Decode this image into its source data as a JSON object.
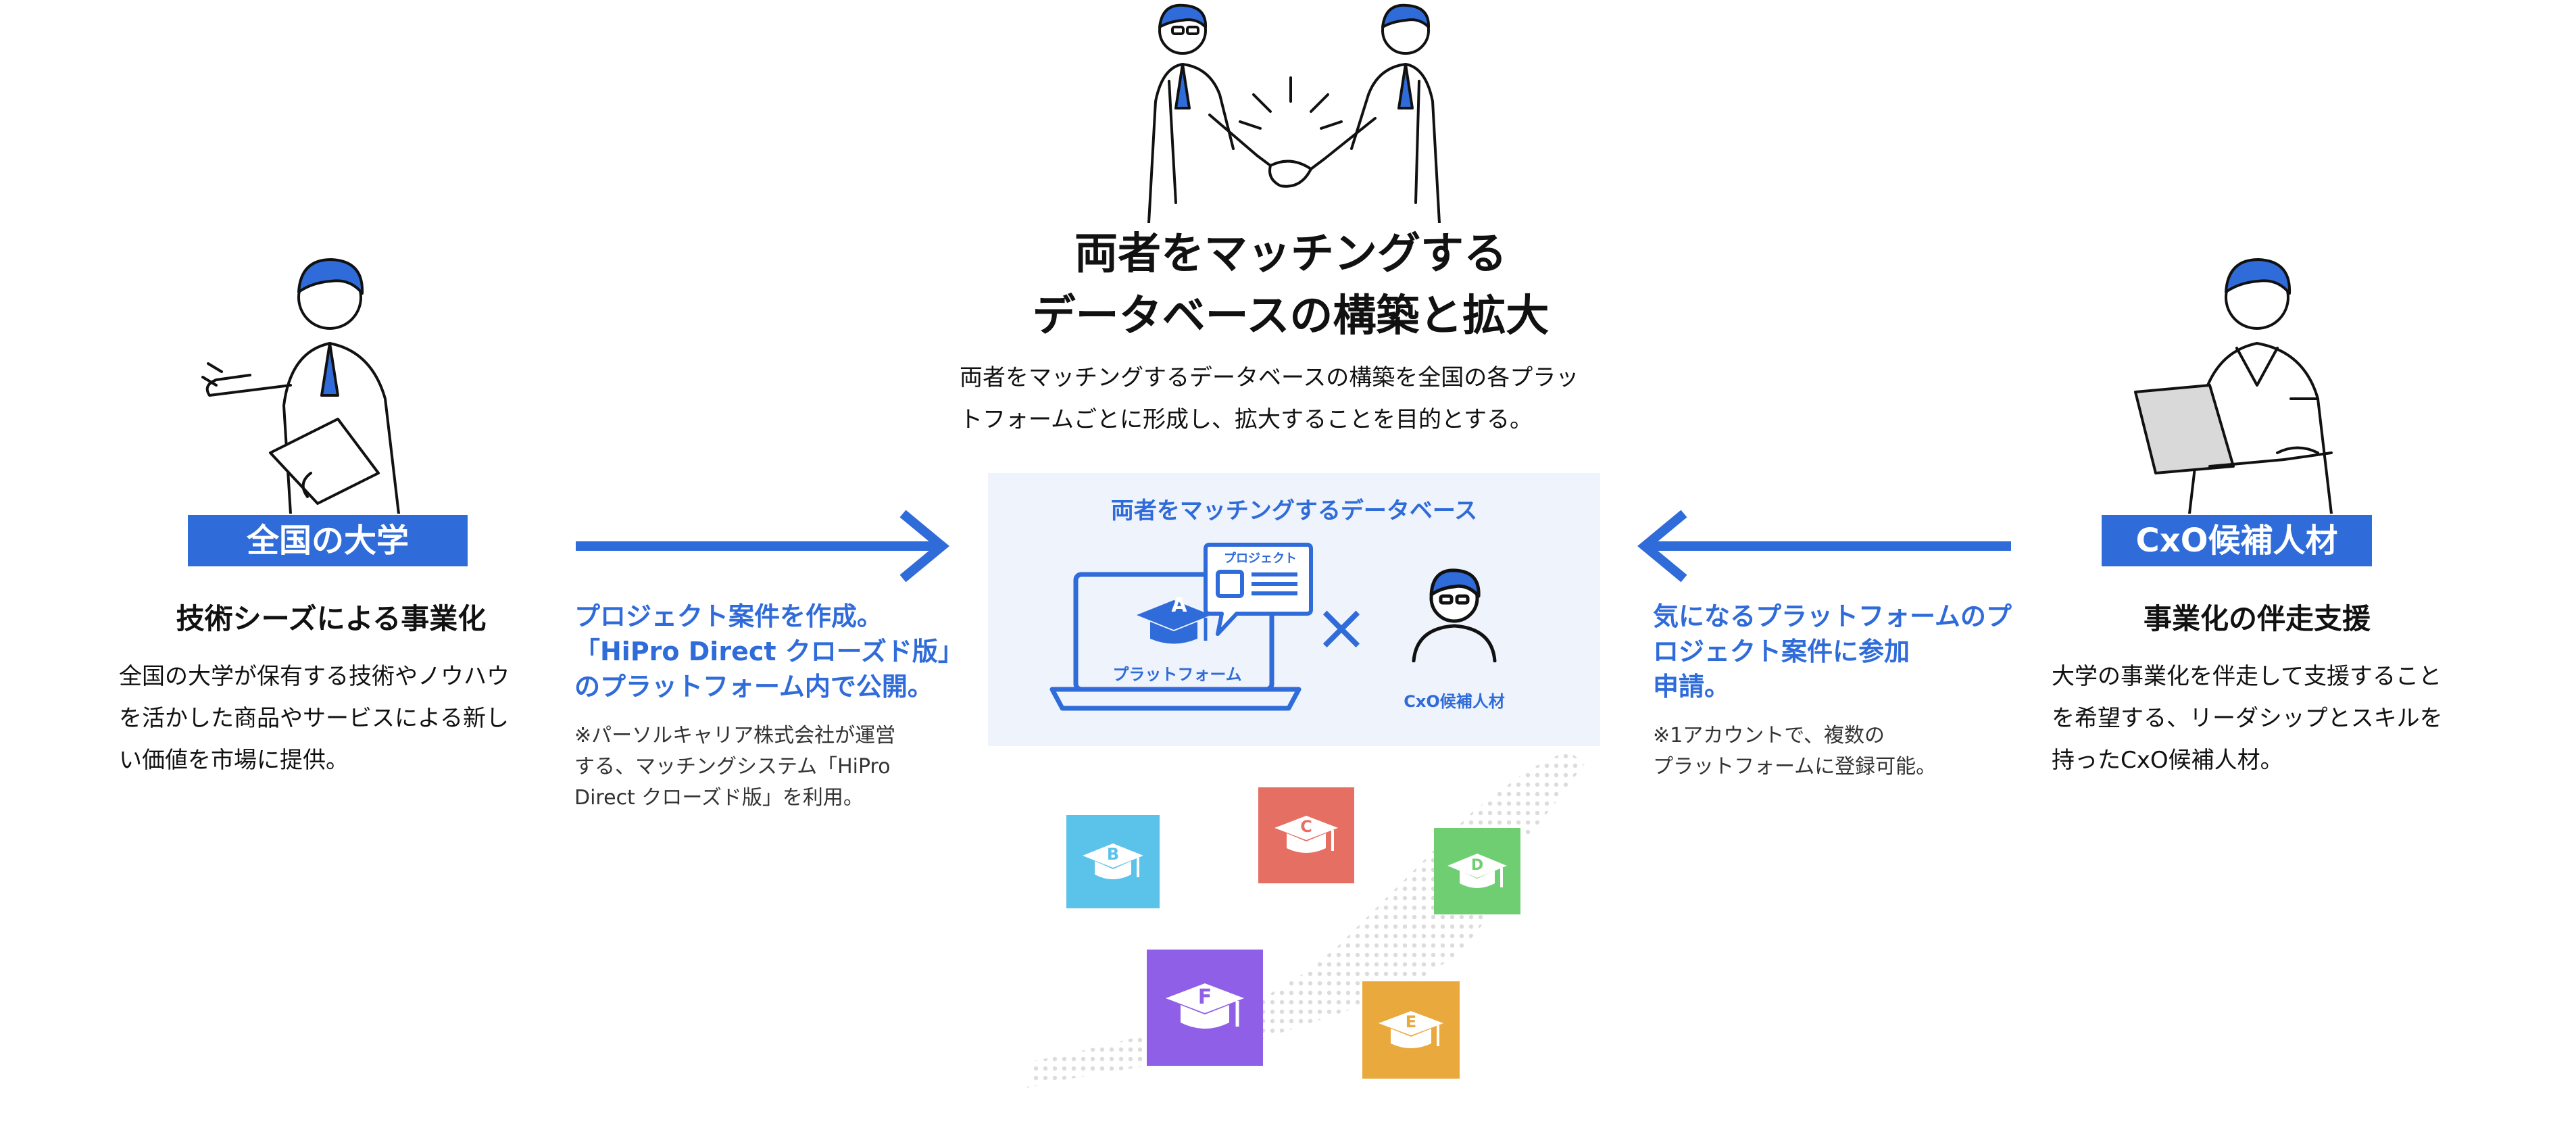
{
  "center": {
    "title_line1": "両者をマッチングする",
    "title_line2": "データベースの構築と拡大",
    "desc_line1": "両者をマッチングするデータベースの構築を全国の各プラッ",
    "desc_line2": "トフォームごとに形成し、拡大することを目的とする。",
    "panel_title": "両者をマッチングするデータベース",
    "bubble_label": "プロジェクト",
    "platform_label": "プラットフォーム",
    "platform_letter": "A",
    "times_sign": "×",
    "candidate_label": "CxO候補人材"
  },
  "left": {
    "label": "全国の大学",
    "heading": "技術シーズによる事業化",
    "desc_line1": "全国の大学が保有する技術やノウハウ",
    "desc_line2": "を活かした商品やサービスによる新し",
    "desc_line3": "い価値を市場に提供。",
    "arrow_line1": "プロジェクト案件を作成。",
    "arrow_line2": "「HiPro Direct クローズド版」",
    "arrow_line3": "のプラットフォーム内で公開。",
    "note_line1": "※パーソルキャリア株式会社が運営",
    "note_line2": "する、マッチングシステム「HiPro",
    "note_line3": "Direct クローズド版」を利用。"
  },
  "right": {
    "label": "CxO候補人材",
    "heading": "事業化の伴走支援",
    "desc_line1": "大学の事業化を伴走して支援すること",
    "desc_line2": "を希望する、リーダシップとスキルを",
    "desc_line3": "持ったCxO候補人材。",
    "arrow_line1": "気になるプラットフォームのプ",
    "arrow_line2": "ロジェクト案件に参加",
    "arrow_line3": "申請。",
    "note_line1": "※1アカウントで、複数の",
    "note_line2": "プラットフォームに登録可能。"
  },
  "tiles": [
    {
      "letter": "B",
      "color": "#5bc3ea"
    },
    {
      "letter": "C",
      "color": "#e56f62"
    },
    {
      "letter": "D",
      "color": "#6fcd72"
    },
    {
      "letter": "F",
      "color": "#8f5fe8"
    },
    {
      "letter": "E",
      "color": "#e9a93d"
    }
  ],
  "colors": {
    "accent": "#2f6bd9",
    "panel_bg": "#eef3fc",
    "ink": "#111111"
  }
}
